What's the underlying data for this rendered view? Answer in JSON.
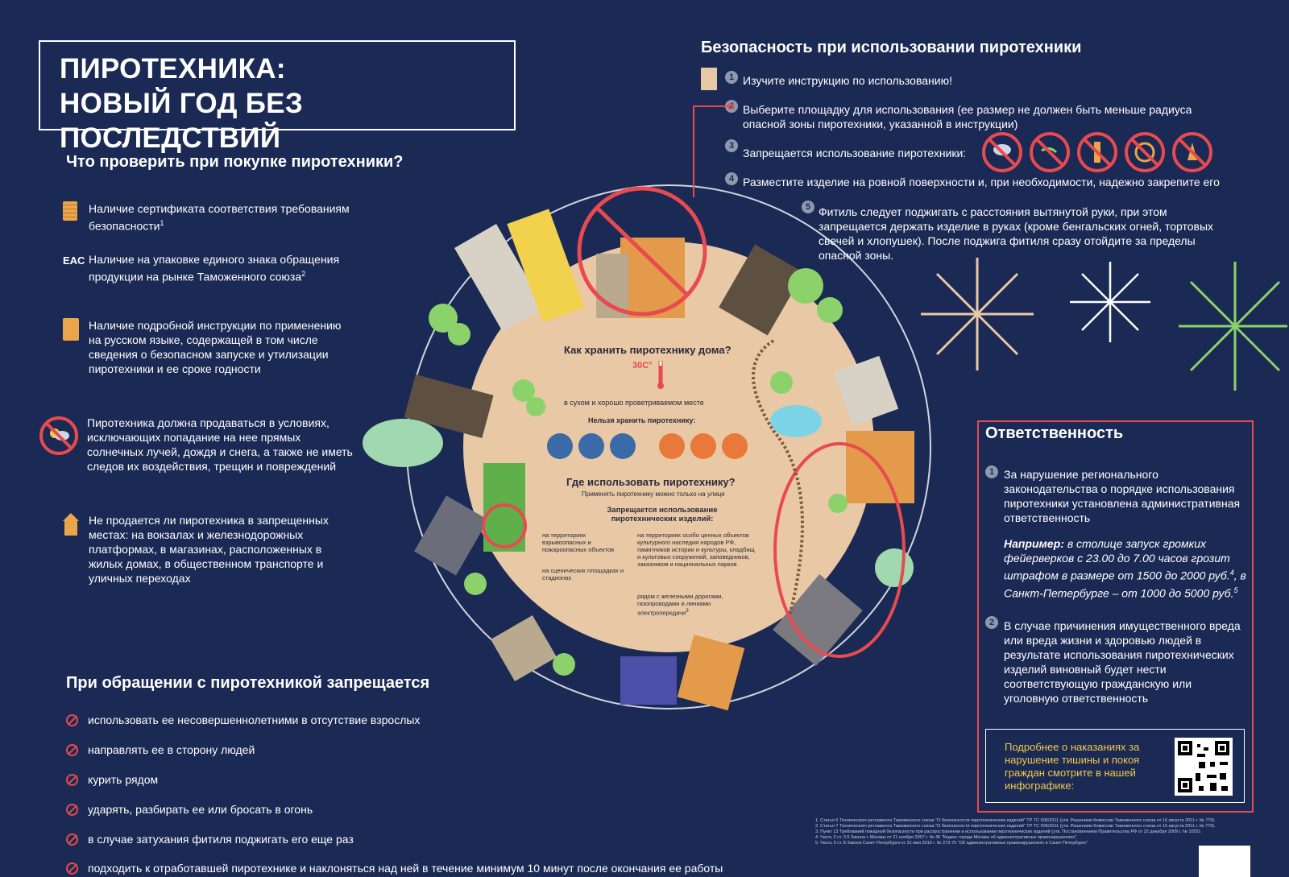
{
  "title": {
    "line1": "ПИРОТЕХНИКА:",
    "line2": "НОВЫЙ ГОД БЕЗ ПОСЛЕДСТВИЙ"
  },
  "purchase": {
    "heading": "Что проверить при покупке пиротехники?",
    "items": [
      {
        "text": "Наличие сертификата соответствия требованиям безопасности",
        "sup": "1",
        "icon": "certificate-icon"
      },
      {
        "text": "Наличие на упаковке единого знака обращения продукции на рынке Таможенного союза",
        "sup": "2",
        "icon": "eac-mark-icon"
      },
      {
        "text": "Наличие подробной инструкции по применению на русском языке, содержащей в том числе сведения о безопасном запуске и утилизации пиротехники и ее сроке годности",
        "sup": "",
        "icon": "instruction-icon"
      },
      {
        "text": "Пиротехника должна продаваться в условиях, исключающих попадание на нее прямых солнечных лучей, дождя и снега, а также не иметь следов их воздействия, трещин и повреждений",
        "sup": "",
        "icon": "no-weather-icon"
      },
      {
        "text": "Не продается ли пиротехника в запрещенных местах: на вокзалах и железнодорожных платформах, в магазинах, расположенных в жилых домах, в общественном транспорте и уличных переходах",
        "sup": "",
        "icon": "shop-icon"
      }
    ]
  },
  "handling": {
    "heading": "При обращении с пиротехникой запрещается",
    "items": [
      "использовать ее несовершеннолетними в отсутствие взрослых",
      "направлять ее в сторону людей",
      "курить рядом",
      "ударять, разбирать ее или  бросать в огонь",
      "в случае затухания фитиля поджигать его еще раз",
      "подходить к отработавшей пиротехнике и наклоняться над ней в течение минимум 10 минут после окончания ее работы"
    ]
  },
  "safety": {
    "heading": "Безопасность при использовании пиротехники",
    "items": [
      {
        "num": "1",
        "text": "Изучите инструкцию по использованию!"
      },
      {
        "num": "2",
        "text": "Выберите площадку для использования (ее размер не должен быть меньше радиуса опасной зоны пиротехники, указанной в инструкции)"
      },
      {
        "num": "3",
        "text": "Запрещается использование пиротехники:"
      },
      {
        "num": "4",
        "text": "Разместите изделие на ровной поверхности и, при необходимости, надежно закрепите его"
      },
      {
        "num": "5",
        "text": "Фитиль следует поджигать с расстояния вытянутой руки, при этом запрещается держать  изделие в руках (кроме бенгальских огней, тортовых свечей и хлопушек).  После поджига фитиля сразу отойдите за пределы опасной зоны."
      }
    ],
    "prohibited_icons": [
      "no-snow-icon",
      "no-wind-icon",
      "no-alcohol-icon",
      "no-time-icon",
      "no-hand-icon"
    ]
  },
  "center": {
    "store_heading": "Как хранить пиротехнику дома?",
    "temp": "30C°",
    "store_text": "в сухом и хорошо проветриваемом месте",
    "no_store_heading": "Нельзя хранить пиротехнику:",
    "no_store_icons": [
      "stove-icon",
      "shower-icon",
      "boiler-icon",
      "fire-icon",
      "heater-icon",
      "box-icon"
    ],
    "where_heading": "Где использовать пиротехнику?",
    "where_sub": "Применять пиротехнику можно только на улице",
    "forbidden_heading_1": "Запрещается использование",
    "forbidden_heading_2": "пиротехнических изделий:",
    "left_items": [
      "на территориях взрывоопасных и пожароопасных объектов",
      "на сценических площадках и стадионах"
    ],
    "right_items": [
      "на территориях особо ценных объектов культурного наследия народов РФ, памятников истории и культуры, кладбищ и культовых сооружений, заповедников, заказников и национальных парков",
      "рядом с железными дорогами, газопроводами и линиями электропередачи"
    ],
    "right_sup": "3"
  },
  "responsibility": {
    "heading": "Ответственность",
    "items": [
      {
        "num": "1",
        "text": "За нарушение регионального законодательства о порядке использования пиротехники установлена административная ответственность"
      },
      {
        "num": "2",
        "text": "В случае причинения имущественного вреда или вреда жизни и здоровью людей в результате использования пиротехнических изделий виновный будет нести соответствующую гражданскую или уголовную ответственность"
      }
    ],
    "example_label": "Например:",
    "example_text": "в столице запуск громких фейерверков с 23.00 до 7.00 часов грозит штрафом в размере от 1500 до 2000 руб.",
    "example_sup1": "4",
    "example_text2": ", в Санкт-Петербурге – от 1000 до 5000 руб.",
    "example_sup2": "5",
    "more_text": "Подробнее о наказаниях за нарушение тишины и покоя граждан смотрите в нашей инфографике:"
  },
  "footnotes": [
    "1. Статья 6 Технического регламента Таможенного союза \"О безопасности пиротехнических изделий\" ТР ТС 006/2011 (утв. Решением Комиссии Таможенного союза от 16 августа 2011 г. № 770).",
    "2. Статья 7 Технического регламента Таможенного союза \"О безопасности пиротехнических изделий\" ТР ТС 006/2011 (утв. Решением Комиссии Таможенного союза от 16 августа 2011 г. № 770).",
    "3. Пункт 13 Требований пожарной безопасности при распространении и использовании пиротехнических изделий (утв. Постановлением Правительства РФ от 22 декабря 2009 г. № 1052).",
    "4. Часть 2 ст. 3.5 Закона г. Москвы от 21 ноября 2007 г. № 45 \"Кодекс города Москвы об административных правонарушениях\".",
    "5. Часть 3 ст. 8 Закона Санкт-Петербурга от 31 мая 2010 г. № 273-70 \"Об административных правонарушениях в Санкт-Петербурге\"."
  ],
  "colors": {
    "background": "#1b2a54",
    "accent_red": "#e84a4f",
    "ground": "#e8c8a5",
    "yellow_text": "#f2c94c",
    "orange": "#e9a64a"
  }
}
